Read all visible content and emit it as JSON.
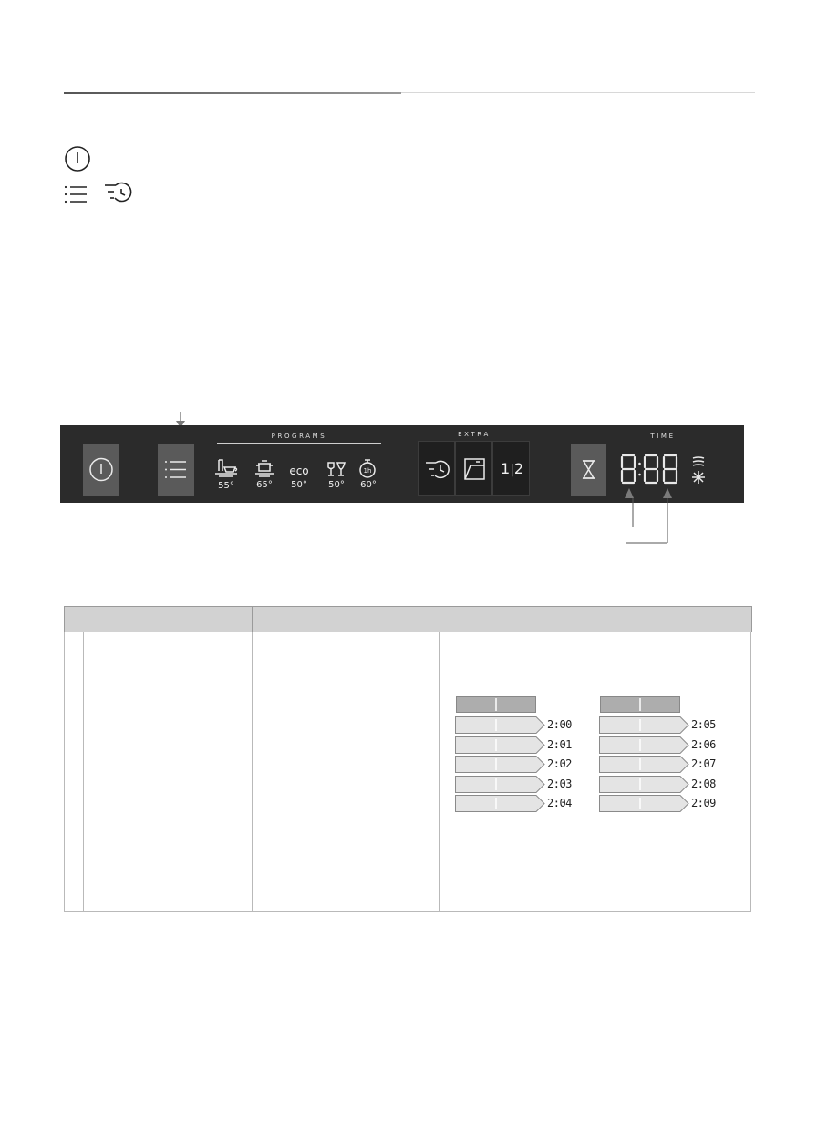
{
  "panel": {
    "programs_label": "PROGRAMS",
    "extra_label": "EXTRA",
    "time_label": "TIME",
    "programs": [
      {
        "icon": "plate-cup-icon",
        "temp": "55°"
      },
      {
        "icon": "pot-icon",
        "temp": "65°"
      },
      {
        "icon": "eco-text",
        "name": "eco",
        "temp": "50°"
      },
      {
        "icon": "glasses-icon",
        "temp": "50°"
      },
      {
        "icon": "quick-1h-icon",
        "temp": "60°"
      }
    ],
    "extras": [
      {
        "icon": "delay-start-icon"
      },
      {
        "icon": "auto-door-icon"
      },
      {
        "icon": "half-load-icon",
        "label_a": "1",
        "label_b": "2"
      }
    ],
    "display": "8:88"
  },
  "sequence": {
    "left_times": [
      "2:00",
      "2:01",
      "2:02",
      "2:03",
      "2:04"
    ],
    "right_times": [
      "2:05",
      "2:06",
      "2:07",
      "2:08",
      "2:09"
    ]
  },
  "colors": {
    "panel_bg": "#2b2b2b",
    "button_lit": "#5a5a5a",
    "table_header": "#d2d2d2",
    "bar_fill": "#e4e4e4",
    "bar_header": "#adadad"
  }
}
